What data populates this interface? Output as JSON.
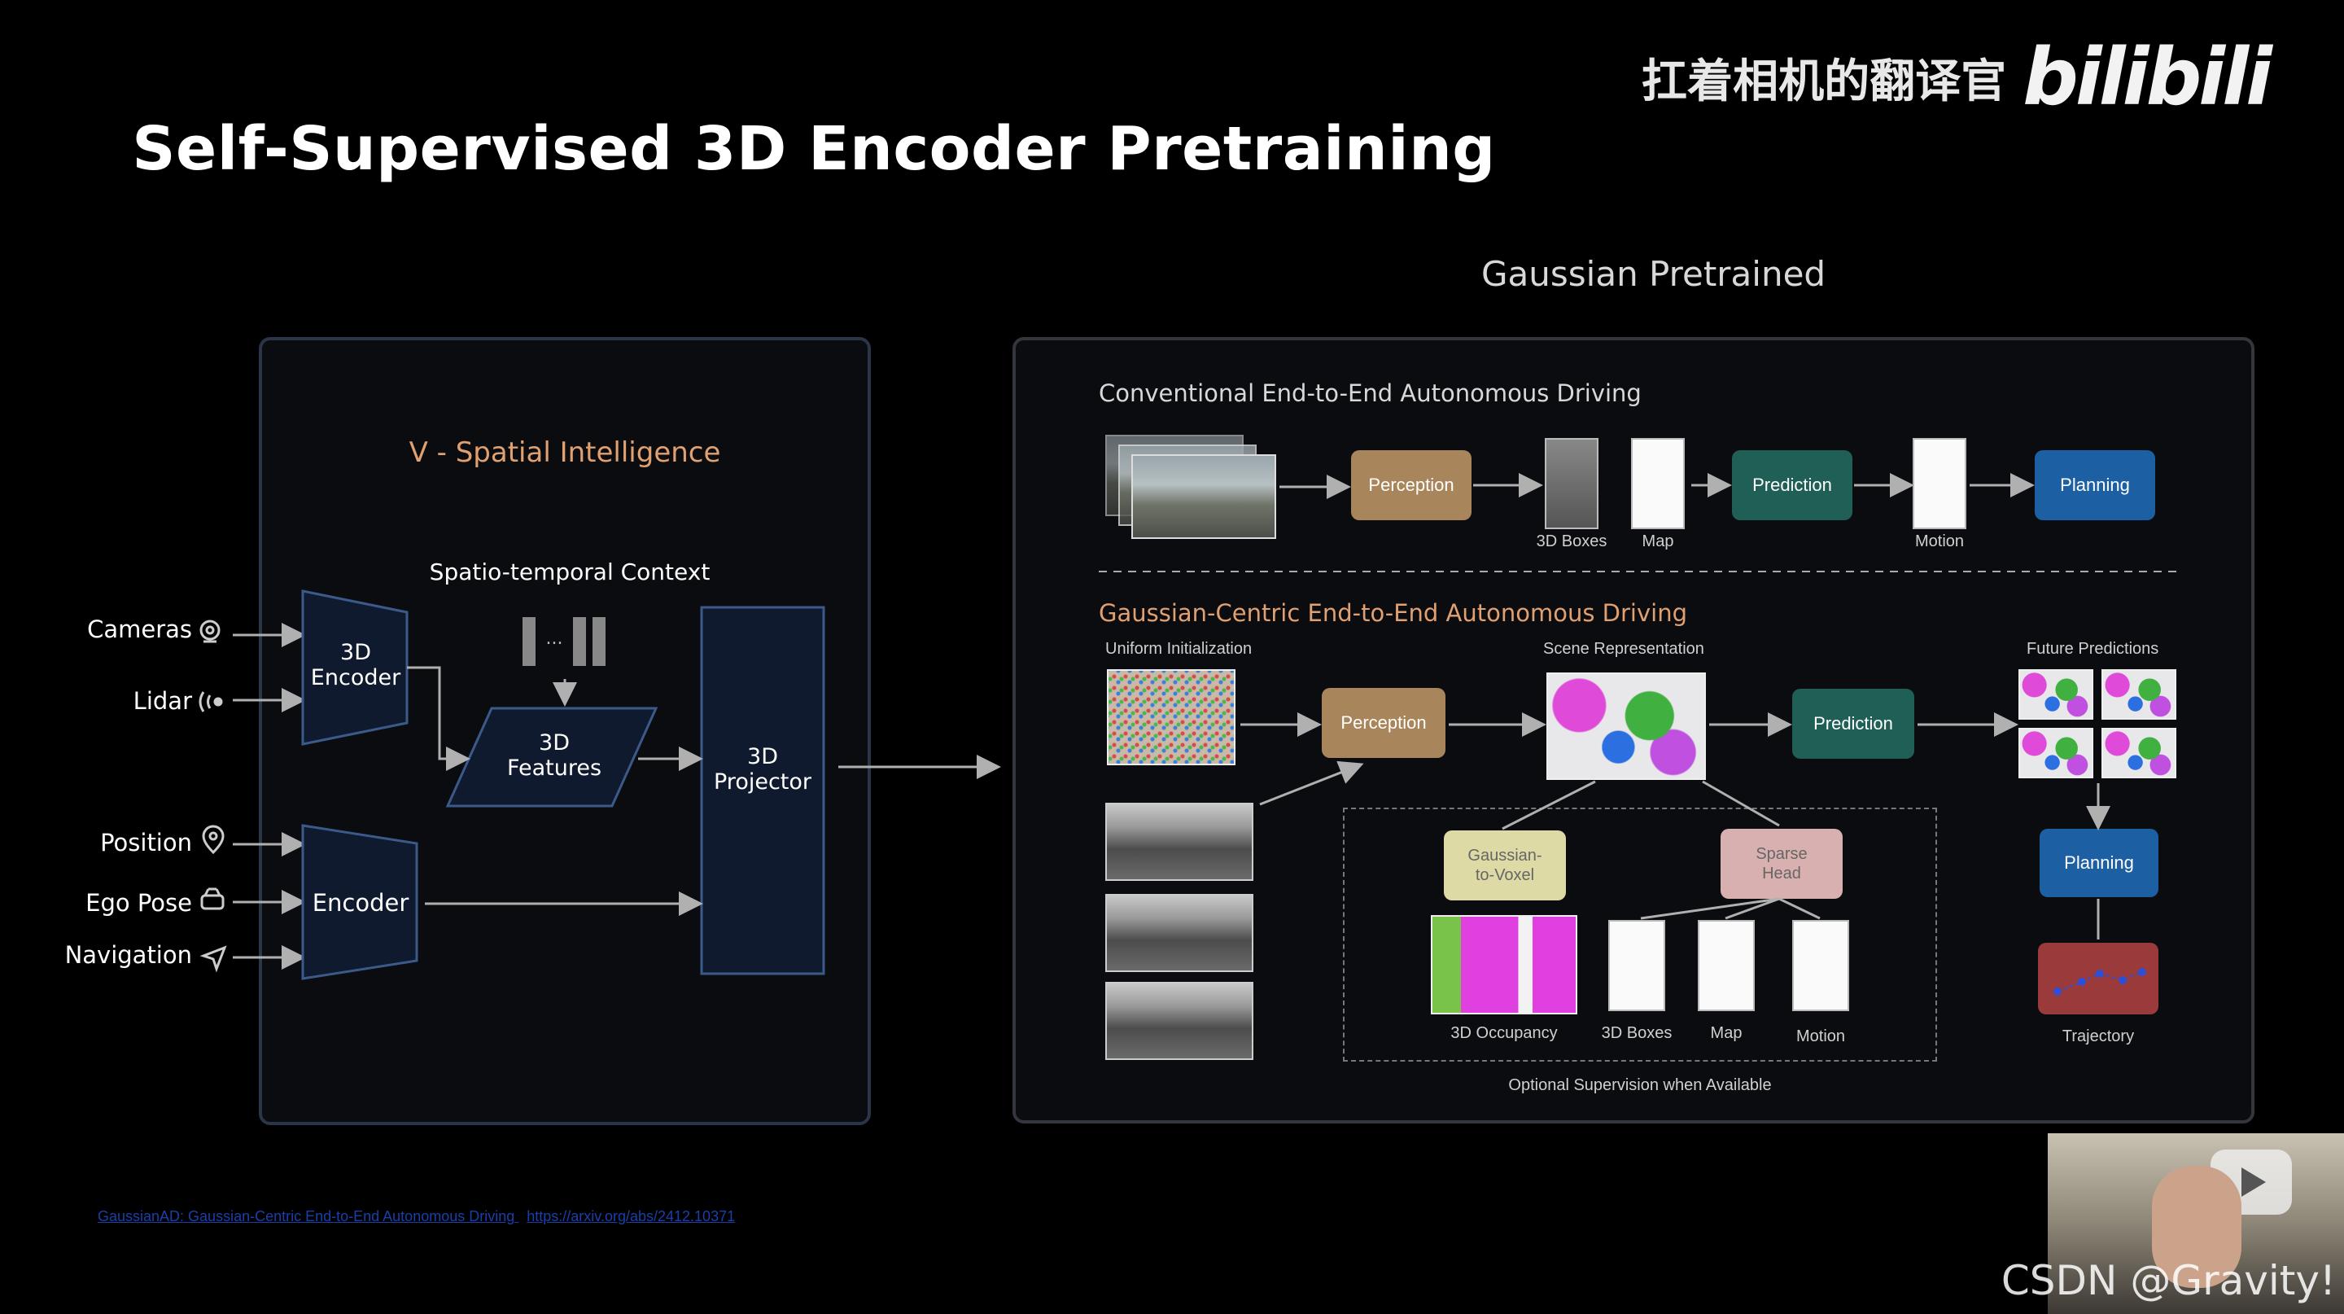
{
  "title": "Self-Supervised 3D Encoder Pretraining",
  "watermark": {
    "text": "扛着相机的翻译官",
    "logo": "bilibili"
  },
  "gaussian_heading": "Gaussian Pretrained",
  "left_panel": {
    "title": "V - Spatial Intelligence",
    "context_label": "Spatio-temporal Context",
    "context_dots": "...",
    "encoder3d": "3D\nEncoder",
    "features": "3D\nFeatures",
    "projector": "3D\nProjector",
    "encoder": "Encoder",
    "inputs": [
      {
        "label": "Cameras",
        "icon": "camera-icon"
      },
      {
        "label": "Lidar",
        "icon": "lidar-icon"
      },
      {
        "label": "Position",
        "icon": "location-pin-icon"
      },
      {
        "label": "Ego Pose",
        "icon": "car-icon"
      },
      {
        "label": "Navigation",
        "icon": "navigation-arrow-icon"
      }
    ]
  },
  "conventional": {
    "title": "Conventional End-to-End Autonomous Driving",
    "perception": "Perception",
    "boxes": "3D Boxes",
    "map": "Map",
    "prediction": "Prediction",
    "motion": "Motion",
    "planning": "Planning"
  },
  "gaussian": {
    "title": "Gaussian-Centric End-to-End Autonomous Driving",
    "uniform_init": "Uniform Initialization",
    "perception": "Perception",
    "scene_rep": "Scene Representation",
    "prediction": "Prediction",
    "future_pred": "Future Predictions",
    "planning": "Planning",
    "trajectory": "Trajectory",
    "g2v": "Gaussian-\nto-Voxel",
    "sparse_head": "Sparse\nHead",
    "occupancy": "3D Occupancy",
    "boxes": "3D Boxes",
    "map": "Map",
    "motion": "Motion",
    "optional": "Optional Supervision when Available"
  },
  "footer": {
    "paper_link": "GaussianAD: Gaussian-Centric End-to-End Autonomous Driving",
    "paper_url": "https://arxiv.org/abs/2412.10371"
  },
  "overlay": {
    "csdn": "CSDN @Gravity!"
  },
  "colors": {
    "perception": "#a8855a",
    "prediction": "#1f5f55",
    "planning": "#1d5fa3",
    "left_title": "#e0a070",
    "gaussian_title": "#e0a070"
  }
}
